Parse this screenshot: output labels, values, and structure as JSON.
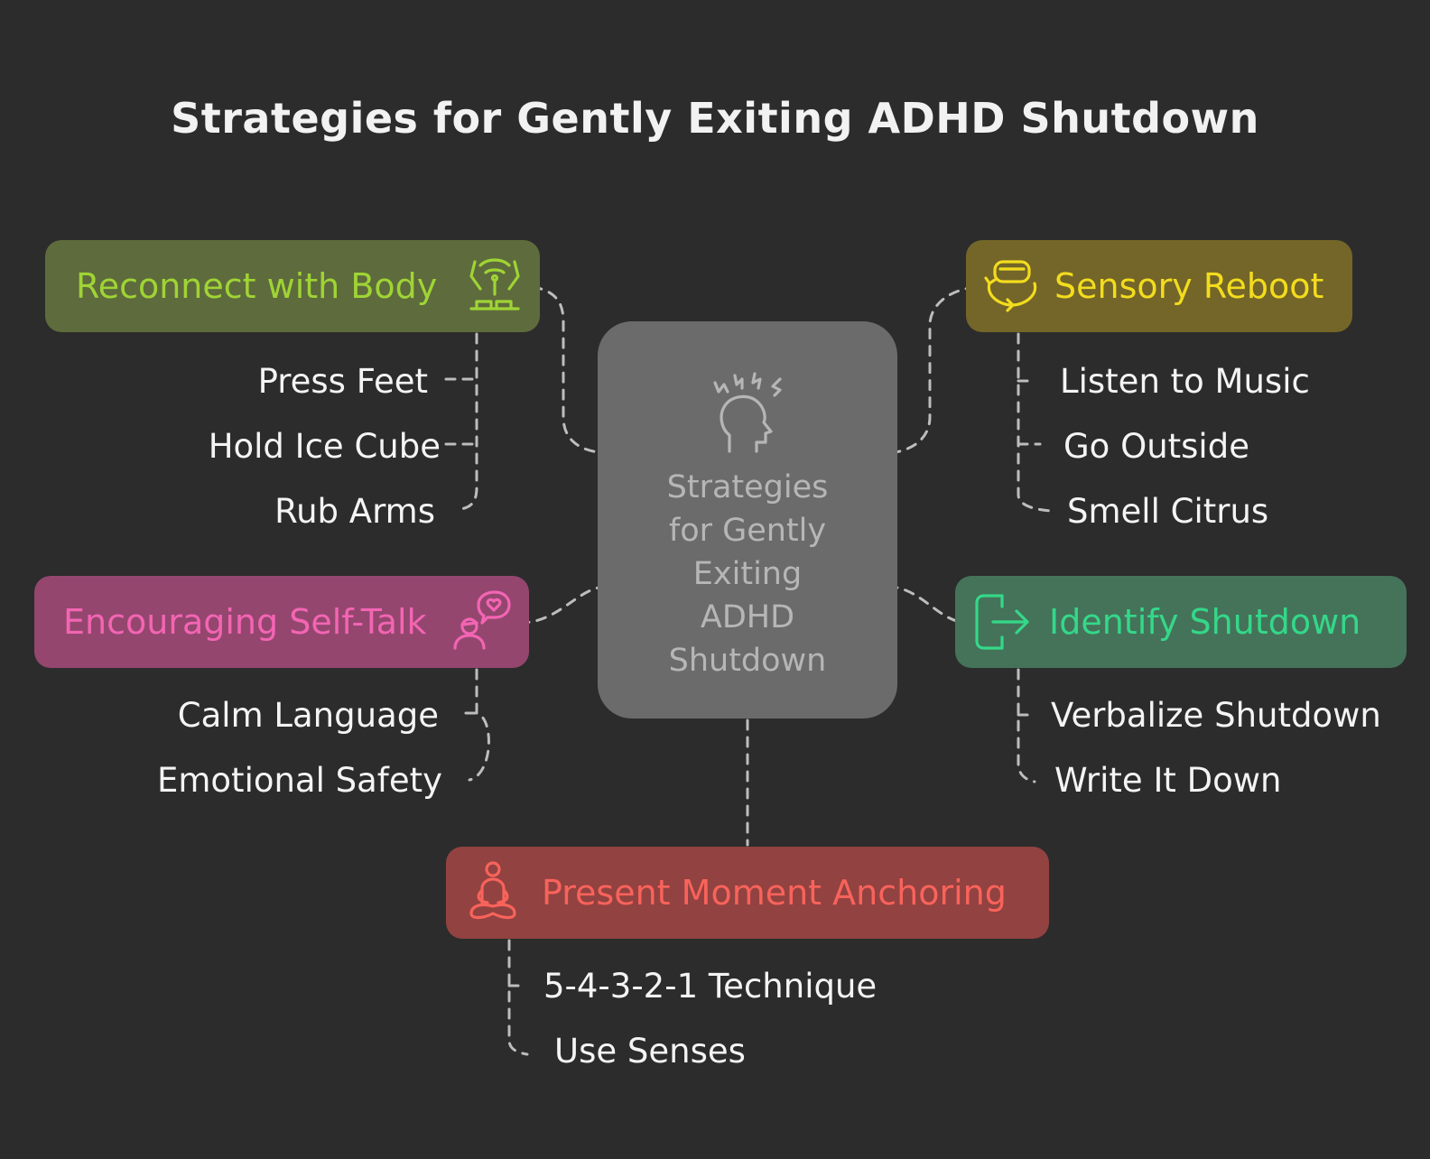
{
  "title": "Strategies for Gently Exiting ADHD Shutdown",
  "center": {
    "lines": [
      "Strategies",
      "for Gently",
      "Exiting",
      "ADHD",
      "Shutdown"
    ],
    "icon": "head-stress-icon"
  },
  "categories": {
    "body": {
      "label": "Reconnect with Body",
      "icon": "person-signal-icon",
      "color": "#9fd435",
      "items": [
        "Press Feet",
        "Hold Ice Cube",
        "Rub Arms"
      ]
    },
    "sensory": {
      "label": "Sensory Reboot",
      "icon": "vr-headset-rotate-icon",
      "color": "#f3dc1e",
      "items": [
        "Listen to Music",
        "Go Outside",
        "Smell Citrus"
      ]
    },
    "selftalk": {
      "label": "Encouraging Self-Talk",
      "icon": "person-heart-bubble-icon",
      "color": "#f365b3",
      "items": [
        "Calm Language",
        "Emotional Safety"
      ]
    },
    "identify": {
      "label": "Identify Shutdown",
      "icon": "exit-arrow-icon",
      "color": "#34d889",
      "items": [
        "Verbalize Shutdown",
        "Write It Down"
      ]
    },
    "present": {
      "label": "Present Moment Anchoring",
      "icon": "meditation-icon",
      "color": "#f8635b",
      "items": [
        "5-4-3-2-1 Technique",
        "Use Senses"
      ]
    }
  }
}
